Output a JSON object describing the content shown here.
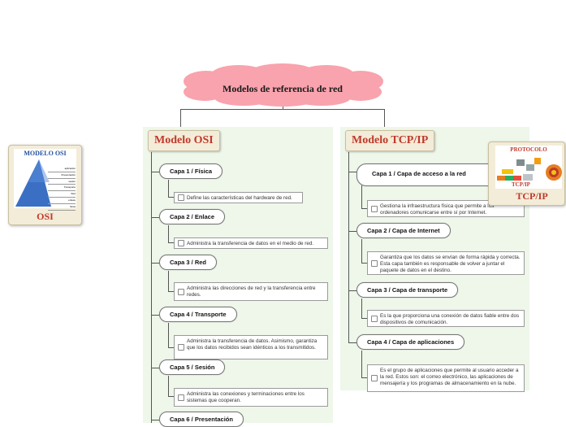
{
  "root": {
    "title": "Modelos de referencia de red"
  },
  "osi": {
    "title": "Modelo OSI",
    "card_label": "OSI",
    "card_image_title": "MODELO OSI",
    "pyramid_labels": [
      "aplicación",
      "Presentación",
      "sesión",
      "Transporte",
      "Red",
      "enlace",
      "física"
    ],
    "layers": [
      {
        "name": "Capa 1 / Física",
        "desc": "Define las características del hardware de red."
      },
      {
        "name": "Capa 2 / Enlace",
        "desc": "Administra la transferencia de datos en el medio de red."
      },
      {
        "name": "Capa 3 / Red",
        "desc": "Administra las direcciones de red y la transferencia entre redes."
      },
      {
        "name": "Capa 4 / Transporte",
        "desc": "Administra la transferencia de datos. Asimismo, garantiza que los datos recibidos sean idénticos a los transmitidos."
      },
      {
        "name": "Capa 5 / Sesión",
        "desc": "Administra las conexiones y terminaciones entre los sistemas que cooperan."
      },
      {
        "name": "Capa 6 / Presentación",
        "desc": ""
      }
    ]
  },
  "tcp": {
    "title": "Modelo TCP/IP",
    "card_label": "TCP/IP",
    "card_image_title": "PROTOCOLO",
    "card_image_subtitle": "TCP/IP",
    "layers": [
      {
        "name": "Capa 1 / Capa de acceso a la red",
        "desc": "Gestiona la infraestructura física que permite a los ordenadores comunicarse entre sí por Internet."
      },
      {
        "name": "Capa 2 / Capa de Internet",
        "desc": "Garantiza que los datos se envían de forma rápida y correcta. Esta capa también es responsable de volver a juntar el paquete de datos en el destino."
      },
      {
        "name": "Capa 3 / Capa de transporte",
        "desc": "Es la que proporciona una conexión de datos fiable entre dos dispositivos de comunicación."
      },
      {
        "name": "Capa 4 / Capa de aplicaciones",
        "desc": "Es el grupo de aplicaciones que permite al usuario acceder a la red. Estos son: el correo electrónico, las aplicaciones de mensajería y los programas de almacenamiento en la nube."
      }
    ]
  },
  "colors": {
    "cloud": "#f8a3ad",
    "panel": "#eef7ea",
    "accent": "#c0392b",
    "tab": "#f3ecd8"
  }
}
